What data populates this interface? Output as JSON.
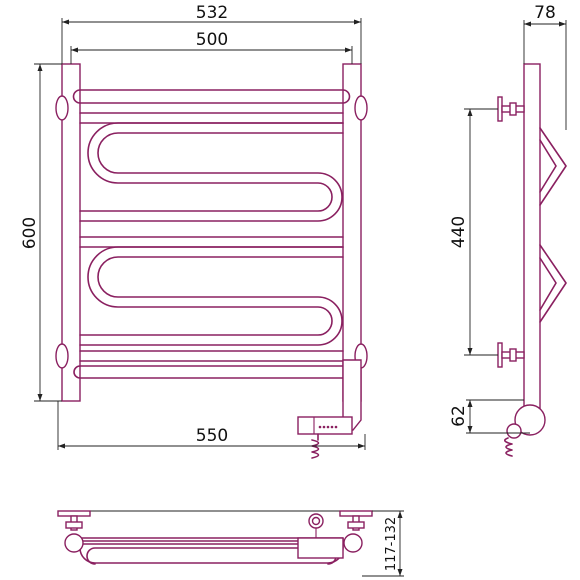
{
  "dimensions": {
    "overall_width": "532",
    "inner_width": "500",
    "depth": "78",
    "height": "600",
    "mount_spacing": "440",
    "bottom_offset": "62",
    "total_width": "550",
    "wall_offset": "117-132"
  },
  "colors": {
    "pipe": "#8a2060",
    "dimension_line": "#222222",
    "background": "#ffffff"
  }
}
